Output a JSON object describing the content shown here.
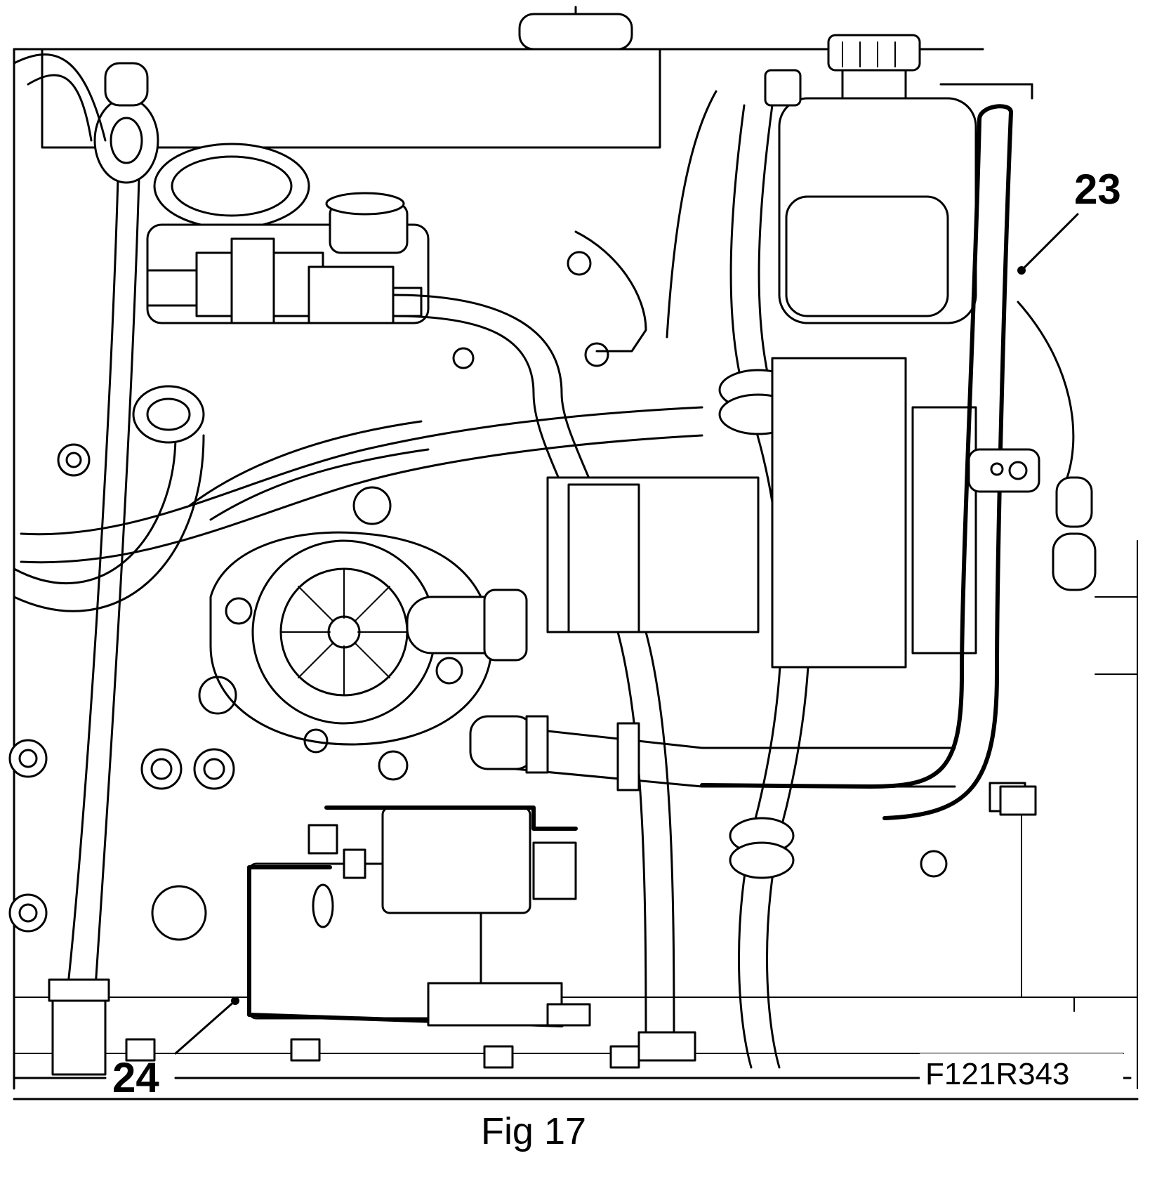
{
  "figure": {
    "caption": "Fig 17",
    "drawing_code": "F121R343"
  },
  "callouts": [
    {
      "id": "23",
      "label": "23"
    },
    {
      "id": "24",
      "label": "24"
    }
  ]
}
